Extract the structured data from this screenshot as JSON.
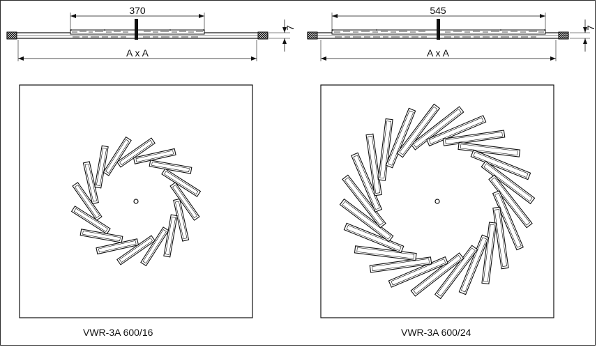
{
  "dimensions": {
    "left_width": "370",
    "right_width": "545",
    "height_left": "7",
    "height_right": "7",
    "overall_left": "A x A",
    "overall_right": "A x A"
  },
  "captions": {
    "left": "VWR-3A 600/16",
    "right": "VWR-3A 600/24"
  },
  "diffusers": {
    "left": {
      "blades": 16
    },
    "right": {
      "blades": 24
    }
  }
}
